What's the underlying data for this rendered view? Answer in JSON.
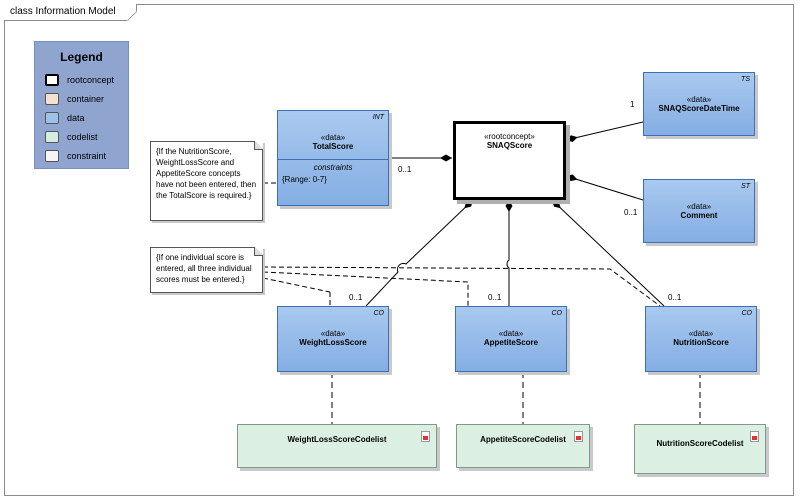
{
  "frame_title": "class Information Model",
  "legend": {
    "title": "Legend",
    "items": [
      {
        "label": "rootconcept",
        "color": "#ffffff"
      },
      {
        "label": "container",
        "color": "#f5e1cf"
      },
      {
        "label": "data",
        "color": "#9cc2ec"
      },
      {
        "label": "codelist",
        "color": "#d4ede0"
      },
      {
        "label": "constraint",
        "color": "#f5f5f5"
      }
    ]
  },
  "root": {
    "stereotype": "«rootconcept»",
    "name": "SNAQScore"
  },
  "classes": {
    "total": {
      "stereotype": "«data»",
      "name": "TotalScore",
      "tag": "INT",
      "section": "constraints",
      "constraint": "{Range: 0-7}"
    },
    "datetime": {
      "stereotype": "«data»",
      "name": "SNAQScoreDateTime",
      "tag": "TS"
    },
    "comment": {
      "stereotype": "«data»",
      "name": "Comment",
      "tag": "ST"
    },
    "weightloss": {
      "stereotype": "«data»",
      "name": "WeightLossScore",
      "tag": "CO"
    },
    "appetite": {
      "stereotype": "«data»",
      "name": "AppetiteScore",
      "tag": "CO"
    },
    "nutrition": {
      "stereotype": "«data»",
      "name": "NutritionScore",
      "tag": "CO"
    }
  },
  "codelists": {
    "weightloss": "WeightLossScoreCodelist",
    "appetite": "AppetiteScoreCodelist",
    "nutrition": "NutritionScoreCodelist"
  },
  "notes": {
    "total": "{If the NutritionScore, WeightLossScore and AppetiteScore concepts have not been entered, then the TotalScore is required.}",
    "individual": "{If one individual score is entered, all three individual scores must be entered.}"
  },
  "multiplicities": {
    "total": "0..1",
    "datetime": "1",
    "comment": "0..1",
    "weightloss": "0..1",
    "appetite": "0..1",
    "nutrition": "0..1"
  }
}
